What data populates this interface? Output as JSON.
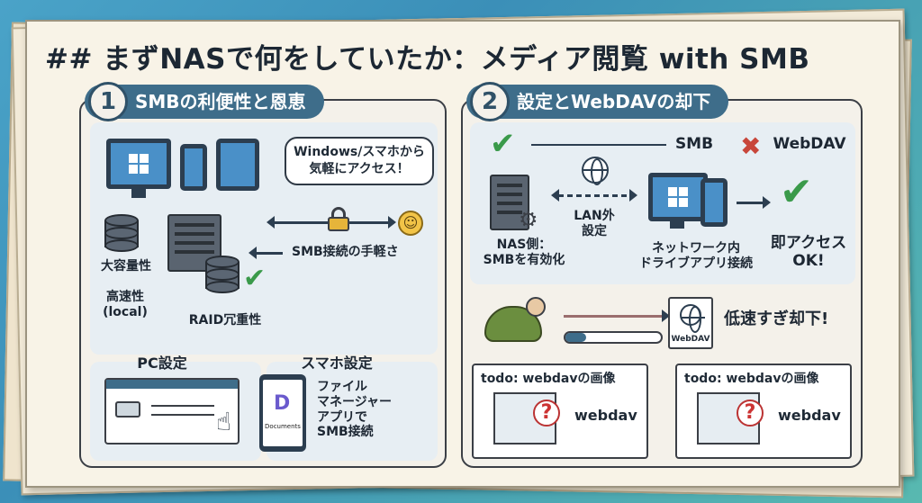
{
  "title": "## まずNASで何をしていたか：メディア閲覧 with SMB",
  "left_panel": {
    "number": "1",
    "heading": "SMBの利便性と恩恵",
    "bubble": "Windows/スマホから\n気軽にアクセス！",
    "smb_easy": "SMB接続の手軽さ",
    "capacity": "大容量性",
    "speed": "高速性\n(local)",
    "raid": "RAID冗重性",
    "pc_settings": "PC設定",
    "phone_settings": "スマホ設定",
    "file_manager": "ファイル\nマネージャー\nアプリで\nSMB接続",
    "documents_app": "Documents"
  },
  "right_panel": {
    "number": "2",
    "heading": "設定とWebDAVの却下",
    "smb_label": "SMB",
    "webdav_label": "WebDAV",
    "nas_side": "NAS側：\nSMBを有効化",
    "lan_outside": "LAN外\n設定",
    "network_drive": "ネットワーク内\nドライブアプリ接続",
    "instant_access": "即アクセス\nOK!",
    "slow_rejected": "低速すぎ却下!",
    "webdav_file": "WebDAV",
    "todo_cards": [
      {
        "title": "todo: webdavの画像",
        "text": "webdav"
      },
      {
        "title": "todo: webdavの画像",
        "text": "webdav"
      }
    ]
  },
  "icons": {
    "check": "✔",
    "cross": "✖",
    "smile": "☺",
    "question": "?"
  },
  "colors": {
    "header_bg": "#3e6d8a",
    "check": "#3a9a4a",
    "cross": "#c8463a"
  }
}
